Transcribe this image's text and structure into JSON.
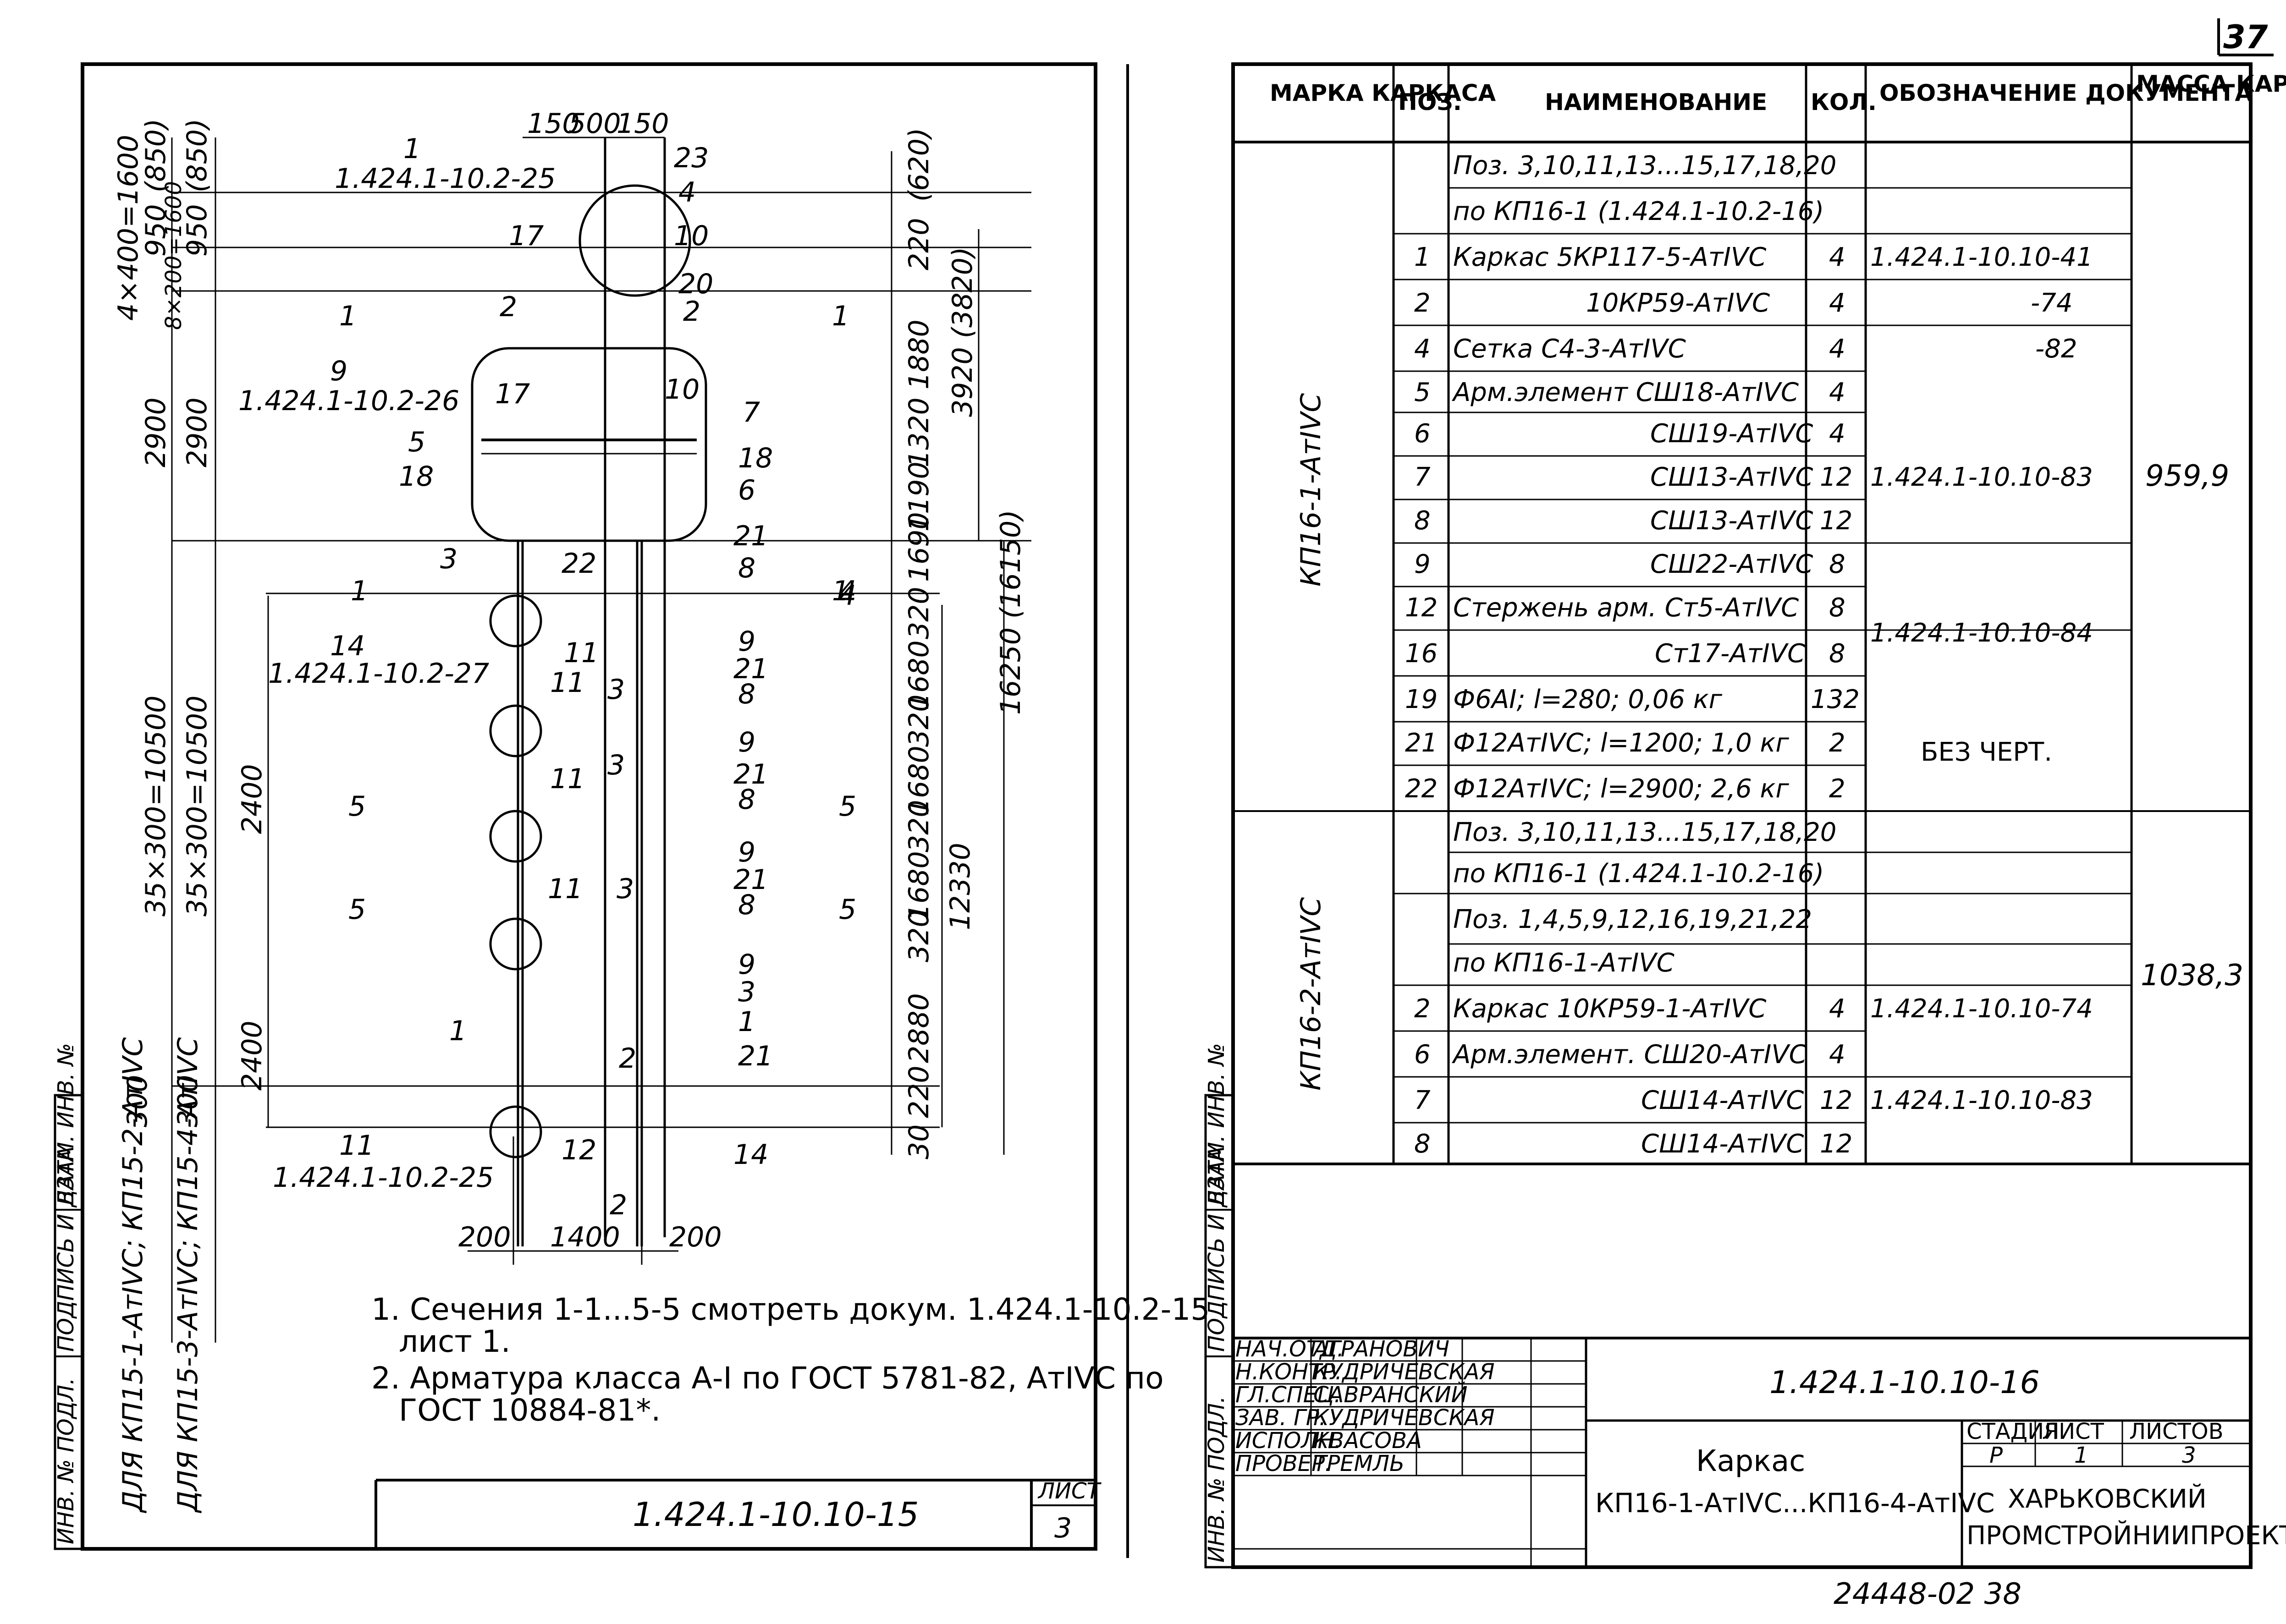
{
  "page_number": "37",
  "left_sheet": {
    "dims_top": [
      "150",
      "500",
      "150"
    ],
    "left_dims": [
      "4×400=1600",
      "8×200=1600",
      "950",
      "950",
      "2900",
      "2900",
      "35×300=10500",
      "35×300=10500",
      "2400",
      "2400",
      "300",
      "300",
      "(850)",
      "(850)"
    ],
    "right_dims": [
      "(620)",
      "220",
      "1880",
      "1320",
      "1190",
      "1690",
      "320",
      "1680",
      "320",
      "1680",
      "320",
      "1680",
      "320",
      "2880",
      "220",
      "30",
      "3920 (3820)",
      "16250 (16150)",
      "12330"
    ],
    "bottom_dims": [
      "200",
      "1400",
      "200"
    ],
    "refs": [
      {
        "num": "1",
        "doc": "1.424.1-10.2-25"
      },
      {
        "num": "9",
        "doc": "1.424.1-10.2-26"
      },
      {
        "num": "14",
        "doc": "1.424.1-10.2-27"
      },
      {
        "num": "11",
        "doc": "1.424.1-10.2-25"
      }
    ],
    "callouts": [
      "23",
      "4",
      "17",
      "10",
      "20",
      "2",
      "2",
      "10",
      "17",
      "7",
      "5",
      "18",
      "18",
      "6",
      "3",
      "22",
      "21",
      "8",
      "11",
      "9",
      "21",
      "8",
      "11",
      "3",
      "9",
      "21",
      "8",
      "11",
      "3",
      "9",
      "21",
      "8",
      "11",
      "3",
      "9",
      "3",
      "1",
      "21",
      "2",
      "12",
      "14",
      "1",
      "2"
    ],
    "sections": [
      "1",
      "1",
      "1",
      "1",
      "4",
      "4",
      "5",
      "5",
      "5",
      "5"
    ],
    "vert_labels": [
      "ДЛЯ КП15-1-АтIVС; КП15-2-АтIVС",
      "ДЛЯ КП15-3-АтIVС; КП15-4-АтIVС"
    ],
    "notes": [
      "1. Сечения 1-1...5-5 смотреть докум. 1.424.1-10.2-15",
      "лист 1.",
      "2. Арматура класса А-I по ГОСТ 5781-82, АтIVС по",
      "ГОСТ 10884-81*."
    ],
    "side_stamp": [
      "ИНВ. № ПОДЛ.",
      "ПОДПИСЬ И ДАТА",
      "ВЗАМ. ИНВ. №"
    ],
    "doc_code": "1.424.1-10.10-15",
    "list_label": "ЛИСТ",
    "list_num": "3"
  },
  "table": {
    "headers": [
      "МАРКА КАРКАСА",
      "ПОЗ.",
      "НАИМЕНОВАНИЕ",
      "КОЛ.",
      "ОБОЗНАЧЕНИЕ ДОКУМЕНТА",
      "МАССА КАРКАСА, КГ"
    ],
    "group1_mark": "КП16-1-АтIVС",
    "group1_mass": "959,9",
    "group1_rows": [
      {
        "pos": "",
        "name": "Поз. 3,10,11,13...15,17,18,20",
        "qty": "",
        "doc": ""
      },
      {
        "pos": "",
        "name": "по КП16-1 (1.424.1-10.2-16)",
        "qty": "",
        "doc": ""
      },
      {
        "pos": "1",
        "name": "Каркас      5КР117-5-АтIVС",
        "qty": "4",
        "doc": "1.424.1-10.10-41"
      },
      {
        "pos": "2",
        "name": "10КР59-АтIVС",
        "qty": "4",
        "doc": "-74"
      },
      {
        "pos": "4",
        "name": "Сетка        С4-3-АтIVС",
        "qty": "4",
        "doc": "-82"
      },
      {
        "pos": "5",
        "name": "Арм.элемент СШ18-АтIVС",
        "qty": "4",
        "doc": ""
      },
      {
        "pos": "6",
        "name": "СШ19-АтIVС",
        "qty": "4",
        "doc": ""
      },
      {
        "pos": "7",
        "name": "СШ13-АтIVС",
        "qty": "12",
        "doc": "1.424.1-10.10-83"
      },
      {
        "pos": "8",
        "name": "СШ13-АтIVС",
        "qty": "12",
        "doc": ""
      },
      {
        "pos": "9",
        "name": "СШ22-АтIVС",
        "qty": "8",
        "doc": ""
      },
      {
        "pos": "12",
        "name": "Стержень арм.  Ст5-АтIVС",
        "qty": "8",
        "doc": "1.424.1-10.10-84"
      },
      {
        "pos": "16",
        "name": "Ст17-АтIVС",
        "qty": "8",
        "doc": ""
      },
      {
        "pos": "19",
        "name": "Ф6АI; l=280; 0,06 кг",
        "qty": "132",
        "doc": ""
      },
      {
        "pos": "21",
        "name": "Ф12АтIVС; l=1200; 1,0 кг",
        "qty": "2",
        "doc": "БЕЗ ЧЕРТ."
      },
      {
        "pos": "22",
        "name": "Ф12АтIVС; l=2900; 2,6 кг",
        "qty": "2",
        "doc": ""
      }
    ],
    "group2_mark": "КП16-2-АтIVС",
    "group2_mass": "1038,3",
    "group2_rows": [
      {
        "pos": "",
        "name": "Поз. 3,10,11,13...15,17,18,20",
        "qty": "",
        "doc": ""
      },
      {
        "pos": "",
        "name": "по КП16-1 (1.424.1-10.2-16)",
        "qty": "",
        "doc": ""
      },
      {
        "pos": "",
        "name": "Поз. 1,4,5,9,12,16,19,21,22",
        "qty": "",
        "doc": ""
      },
      {
        "pos": "",
        "name": "по КП16-1-АтIVС",
        "qty": "",
        "doc": ""
      },
      {
        "pos": "2",
        "name": "Каркас      10КР59-1-АтIVС",
        "qty": "4",
        "doc": "1.424.1-10.10-74"
      },
      {
        "pos": "6",
        "name": "Арм.элемент. СШ20-АтIVС",
        "qty": "4",
        "doc": ""
      },
      {
        "pos": "7",
        "name": "СШ14-АтIVС",
        "qty": "12",
        "doc": "1.424.1-10.10-83"
      },
      {
        "pos": "8",
        "name": "СШ14-АтIVС",
        "qty": "12",
        "doc": ""
      }
    ]
  },
  "title_block": {
    "roles": [
      {
        "role": "НАЧ.ОТД.",
        "name": "АГРАНОВИЧ"
      },
      {
        "role": "Н.КОНТР.",
        "name": "КУДРИЧЕВСКАЯ"
      },
      {
        "role": "ГЛ.СПЕЦ.",
        "name": "САВРАНСКИЙ"
      },
      {
        "role": "ЗАВ. ГР.",
        "name": "КУДРИЧЕВСКАЯ"
      },
      {
        "role": "ИСПОЛН.",
        "name": "КВАСОВА"
      },
      {
        "role": "ПРОВЕР.",
        "name": "ТРЕМЛЬ"
      }
    ],
    "code": "1.424.1-10.10-16",
    "title_line1": "Каркас",
    "title_line2": "КП16-1-АтIVС...КП16-4-АтIVС",
    "stage_label": "СТАДИЯ",
    "sheet_label": "ЛИСТ",
    "sheets_label": "ЛИСТОВ",
    "stage": "Р",
    "sheet": "1",
    "sheets": "3",
    "org_line1": "ХАРЬКОВСКИЙ",
    "org_line2": "ПРОМСТРОЙНИИПРОЕКТ"
  },
  "footer_number": "24448-02   38"
}
